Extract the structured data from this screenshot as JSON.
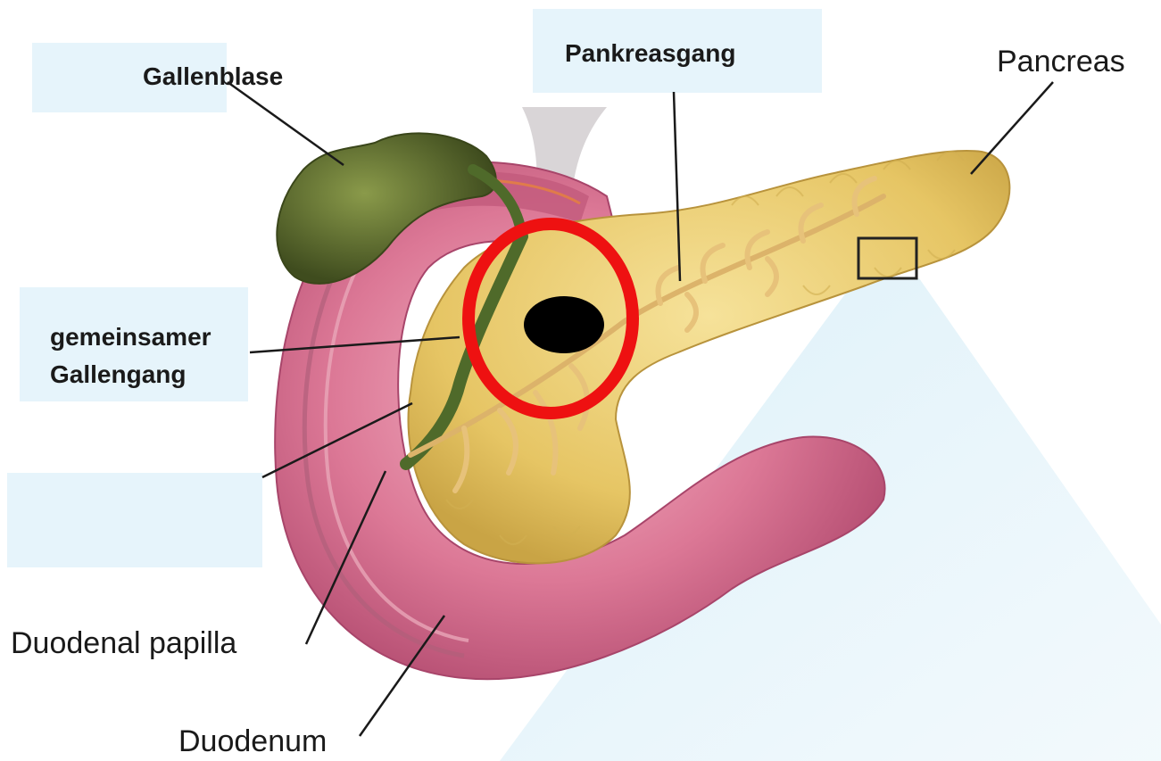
{
  "labels": {
    "gallbladder": "Gallenblase",
    "pancreatic_duct": "Pankreasgang",
    "pancreas": "Pancreas",
    "common_bile_duct_line1": "gemeinsamer",
    "common_bile_duct_line2": "Gallengang",
    "papilla": "Duodenal papilla",
    "duodenum": "Duodenum",
    "blank_label": ""
  },
  "colors": {
    "label_box": "#e6f4fb",
    "highlight_ring": "#ee1111",
    "marker": "#000000",
    "pancreas": "#ecd27a",
    "duodenum": "#d9748f",
    "gallbladder": "#5b6b2f",
    "bile_duct": "#4f6a2a"
  }
}
